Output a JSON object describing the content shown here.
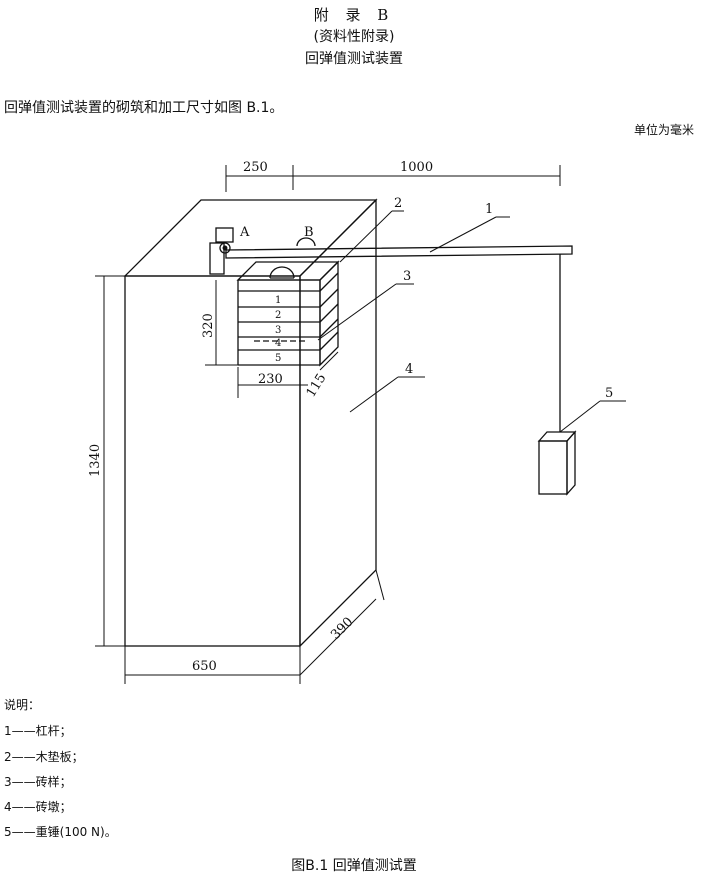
{
  "header": {
    "appendix": "附 录 B",
    "note": "(资料性附录)",
    "title": "回弹值测试装置"
  },
  "intro": "回弹值测试装置的砌筑和加工尺寸如图 B.1。",
  "unit": "单位为毫米",
  "figure": {
    "dims": {
      "top_250": "250",
      "top_1000": "1000",
      "h_320": "320",
      "h_1340": "1340",
      "w_230": "230",
      "w_115": "115",
      "w_650": "650",
      "d_390": "390"
    },
    "points": {
      "a": "A",
      "b": "B"
    },
    "callouts": [
      "1",
      "2",
      "3",
      "4",
      "5"
    ],
    "bricks": [
      "1",
      "2",
      "3",
      "4",
      "5"
    ]
  },
  "legend": {
    "title": "说明：",
    "items": [
      "1——杠杆；",
      "2——木垫板；",
      "3——砖样；",
      "4——砖墩；",
      "5——重锤(100 N)。"
    ]
  },
  "caption": "图B.1    回弹值测试置"
}
